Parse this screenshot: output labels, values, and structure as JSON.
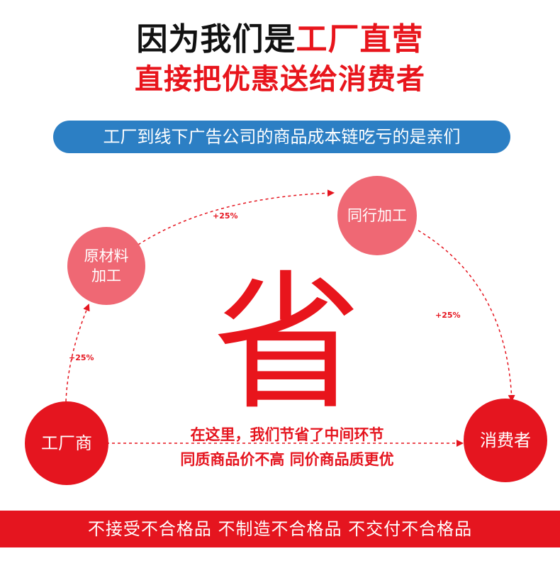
{
  "headline": {
    "line1_black": "因为我们是",
    "line1_red": "工厂直营",
    "line2": "直接把优惠送给消费者"
  },
  "banner": "工厂到线下广告公司的商品成本链吃亏的是亲们",
  "nodes": {
    "raw_material": [
      "原材料",
      "加工"
    ],
    "oem": "同行加工",
    "factory": "工厂商",
    "consumer": "消费者"
  },
  "percent_labels": [
    "+25%",
    "+25%",
    "+25%"
  ],
  "big_character": "省",
  "middle_text": [
    "在这里，我们节省了中间环节",
    "同质商品价不高 同价商品质更优"
  ],
  "footer": "不接受不合格品 不制造不合格品 不交付不合格品",
  "colors": {
    "red": "#e5151f",
    "pink": "#ef6874",
    "blue": "#2c7fc4",
    "black": "#111111"
  }
}
